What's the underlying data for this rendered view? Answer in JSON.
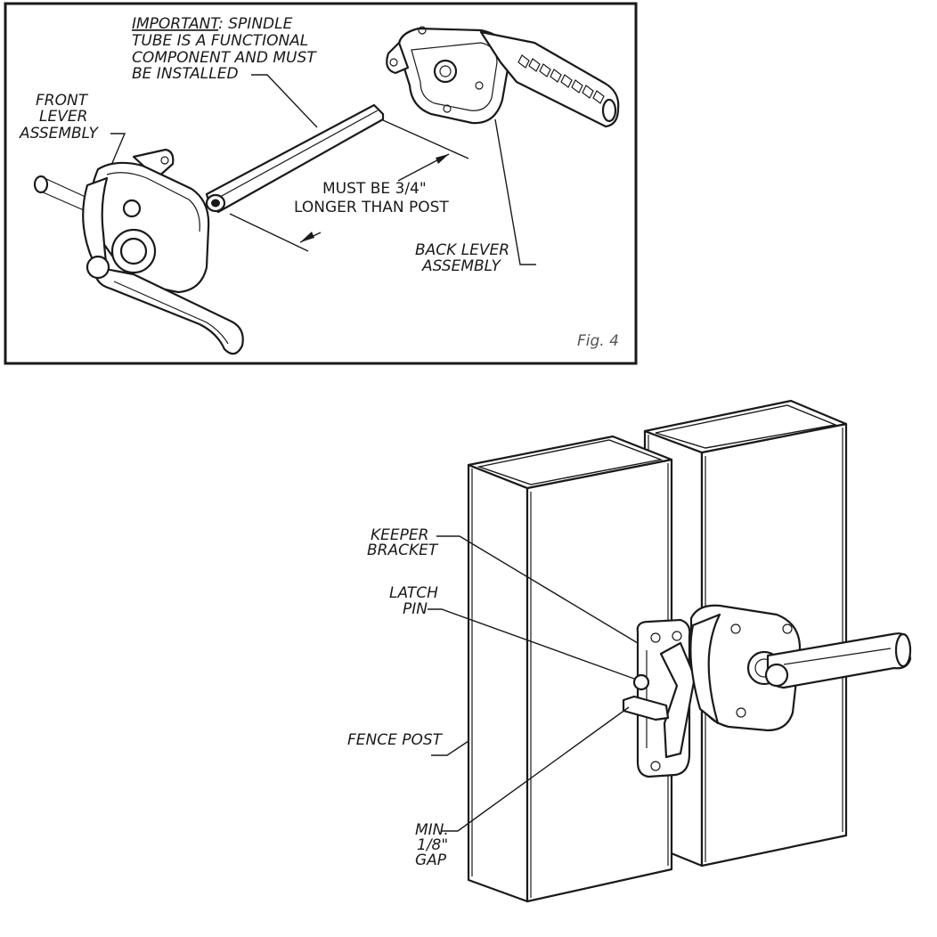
{
  "fig4": {
    "important_heading": "IMPORTANT",
    "important_line1_rest": ": SPINDLE",
    "important_line2": "TUBE IS A FUNCTIONAL",
    "important_line3": "COMPONENT AND MUST",
    "important_line4": "BE INSTALLED",
    "front_line1": "FRONT",
    "front_line2": "LEVER",
    "front_line3": "ASSEMBLY",
    "must_line1": "MUST BE 3/4\"",
    "must_line2": "LONGER THAN POST",
    "back_line1": "BACK LEVER",
    "back_line2": "ASSEMBLY",
    "figure_label": "Fig. 4"
  },
  "bottom": {
    "keeper_line1": "KEEPER",
    "keeper_line2": "BRACKET",
    "latch_line1": "LATCH",
    "latch_line2": "PIN",
    "fence_post": "FENCE POST",
    "gap_line1": "MIN.",
    "gap_line2": "1/8\"",
    "gap_line3": "GAP"
  },
  "icons": [
    "front-lever-assembly",
    "back-lever-assembly",
    "spindle-tube",
    "fence-post",
    "latch-assembly"
  ]
}
